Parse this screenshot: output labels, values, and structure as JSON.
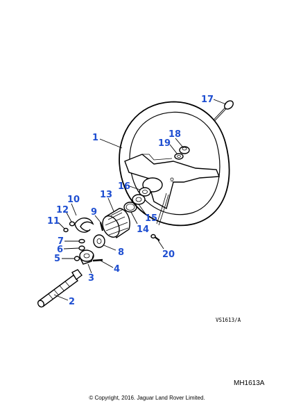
{
  "callouts": {
    "c1": "1",
    "c2": "2",
    "c3": "3",
    "c4": "4",
    "c5": "5",
    "c6": "6",
    "c7": "7",
    "c8": "8",
    "c9": "9",
    "c10": "10",
    "c11": "11",
    "c12": "12",
    "c13": "13",
    "c14": "14",
    "c15": "15",
    "c16": "16",
    "c17": "17",
    "c18": "18",
    "c19": "19",
    "c20": "20"
  },
  "drawing_ref": "VS1613/A",
  "diagram_code": "MH1613A",
  "copyright": "© Copyright, 2016. Jaguar Land Rover Limited.",
  "colors": {
    "callout": "#1f4fd1",
    "line": "#000000",
    "background": "#ffffff"
  }
}
